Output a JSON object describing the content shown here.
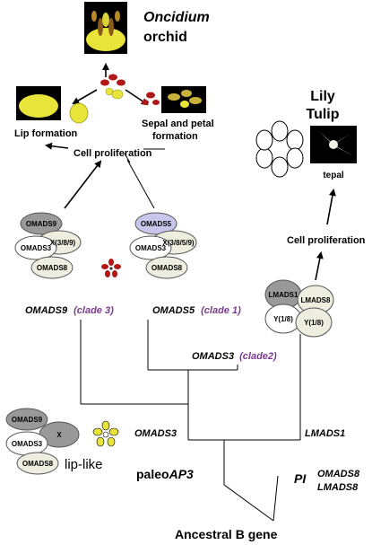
{
  "top": {
    "species_name": "Oncidium",
    "species_suffix": "orchid",
    "lip_label": "Lip formation",
    "sepal_label_1": "Sepal and petal",
    "sepal_label_2": "formation",
    "cell_prolif_left": "Cell proliferation"
  },
  "lily": {
    "title_1": "Lily",
    "title_2": "Tulip",
    "tepal_label": "tepal",
    "cell_prolif_right": "Cell proliferation"
  },
  "complexes": {
    "omads9_complex": [
      "OMADS9",
      "X(3/8/9)",
      "OMADS3",
      "OMADS8"
    ],
    "omads5_complex": [
      "OMADS5",
      "X(3/8/5/9)",
      "OMADS3",
      "OMADS8"
    ],
    "lmads_complex": [
      "LMADS1",
      "LMADS8",
      "Y(1/8)",
      "Y(1/8)"
    ],
    "liplike_complex": [
      "OMADS9",
      "X",
      "OMADS3",
      "OMADS8"
    ],
    "liplike_label": "lip-like"
  },
  "tree": {
    "omads9_gene": "OMADS9",
    "omads9_clade": "(clade 3)",
    "omads5_gene": "OMADS5",
    "omads5_clade": "(clade 1)",
    "omads3_gene": "OMADS3",
    "omads3_clade": "(clade2)",
    "omads3_branch": "OMADS3",
    "lmads1_branch": "LMADS1",
    "paleo_prefix": "paleo",
    "paleo_gene": "AP3",
    "pi_label": "PI",
    "omads8_label": "OMADS8",
    "lmads8_label": "LMADS8",
    "root_label": "Ancestral B gene"
  },
  "colors": {
    "omads9_fill": "#999999",
    "omads5_fill": "#c9c6ec",
    "omads8_fill": "#eeeee0",
    "white_fill": "#ffffff",
    "light_gray": "#dddddd",
    "orchid_yellow": "#e9e43a",
    "orchid_red": "#b01818",
    "clade_purple": "#7a3b8c"
  }
}
